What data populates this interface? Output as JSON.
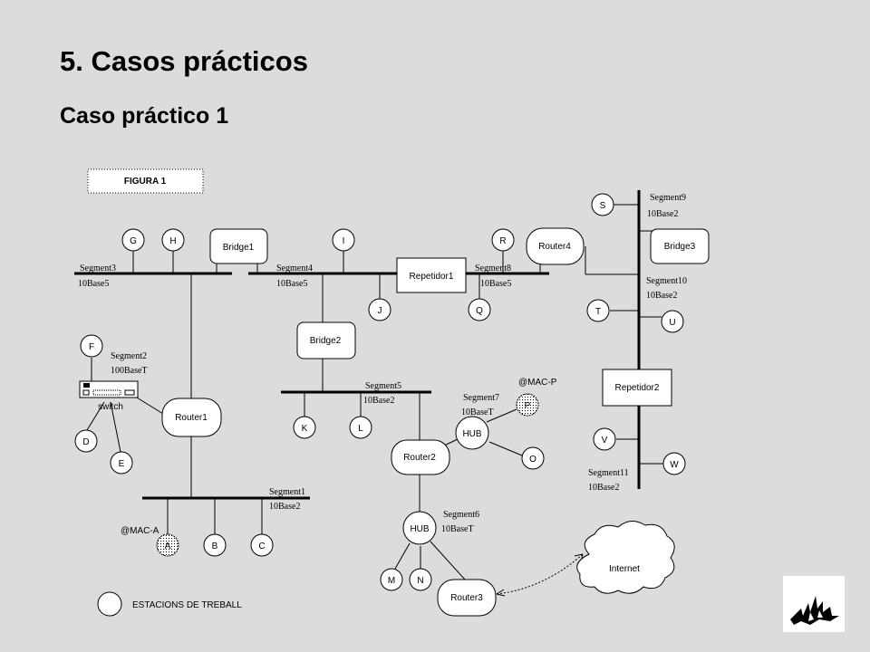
{
  "title": "5. Casos prácticos",
  "subtitle": "Caso práctico 1",
  "figure_label": "FIGURA 1",
  "legend_label": "ESTACIONS DE TREBALL",
  "stations": {
    "G": "G",
    "H": "H",
    "I": "I",
    "R": "R",
    "S": "S",
    "J": "J",
    "Q": "Q",
    "T": "T",
    "U": "U",
    "F": "F",
    "D": "D",
    "E": "E",
    "K": "K",
    "L": "L",
    "P": "P",
    "O": "O",
    "V": "V",
    "W": "W",
    "A": "A",
    "B": "B",
    "C": "C",
    "M": "M",
    "N": "N"
  },
  "devices": {
    "bridge1": "Bridge1",
    "bridge2": "Bridge2",
    "bridge3": "Bridge3",
    "repetidor1": "Repetidor1",
    "repetidor2": "Repetidor2",
    "router1": "Router1",
    "router2": "Router2",
    "router3": "Router3",
    "router4": "Router4",
    "hub1": "HUB",
    "hub2": "HUB",
    "switch": "switch",
    "internet": "Internet"
  },
  "segments": {
    "s1": {
      "name": "Segment1",
      "type": "10Base2"
    },
    "s2": {
      "name": "Segment2",
      "type": "100BaseT"
    },
    "s3": {
      "name": "Segment3",
      "type": "10Base5"
    },
    "s4": {
      "name": "Segment4",
      "type": "10Base5"
    },
    "s5": {
      "name": "Segment5",
      "type": "10Base2"
    },
    "s6": {
      "name": "Segment6",
      "type": "10BaseT"
    },
    "s7": {
      "name": "Segment7",
      "type": "10BaseT"
    },
    "s8": {
      "name": "Segment8",
      "type": "10Base5"
    },
    "s9": {
      "name": "Segment9",
      "type": "10Base2"
    },
    "s10": {
      "name": "Segment10",
      "type": "10Base2"
    },
    "s11": {
      "name": "Segment11",
      "type": "10Base2"
    }
  },
  "mac_labels": {
    "mac_a": "@MAC-A",
    "mac_p": "@MAC-P"
  }
}
